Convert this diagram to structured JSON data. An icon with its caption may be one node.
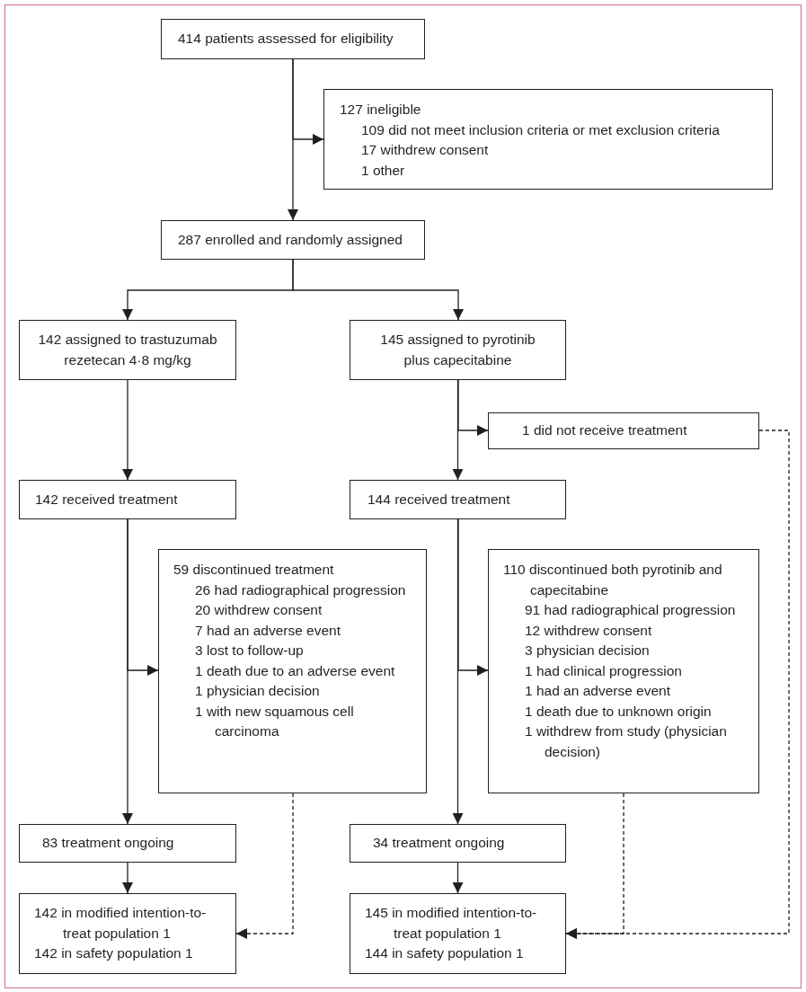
{
  "diagram": {
    "nodes": [
      {
        "text": [
          "414 patients assessed for eligibility"
        ]
      },
      {
        "text": [
          "127 ineligible",
          "109 did not meet inclusion criteria or met exclusion criteria",
          "17 withdrew consent",
          "1 other"
        ]
      },
      {
        "text": [
          "287 enrolled and randomly assigned"
        ]
      },
      {
        "text": [
          "142 assigned to trastuzumab rezetecan 4·8 mg/kg"
        ]
      },
      {
        "text": [
          "145 assigned to pyrotinib plus capecitabine"
        ]
      },
      {
        "text": [
          "1 did not receive treatment"
        ]
      },
      {
        "text": [
          "142 received treatment"
        ]
      },
      {
        "text": [
          "144 received treatment"
        ]
      },
      {
        "text": [
          "59 discontinued treatment",
          "26 had radiographical progression",
          "20 withdrew consent",
          "7 had an adverse event",
          "3 lost to follow-up",
          "1 death due to an adverse event",
          "1 physician decision",
          "1 with new squamous cell carcinoma"
        ]
      },
      {
        "text": [
          "110 discontinued both pyrotinib and capecitabine",
          "91 had radiographical progression",
          "12 withdrew consent",
          "3 physician decision",
          "1 had clinical progression",
          "1 had an adverse event",
          "1 death due to unknown origin",
          "1 withdrew from study (physician decision)"
        ]
      },
      {
        "text": [
          "83 treatment ongoing"
        ]
      },
      {
        "text": [
          "34 treatment ongoing"
        ]
      },
      {
        "text": [
          "142 in modified intention-to-treat population 1",
          "142 in safety population 1"
        ]
      },
      {
        "text": [
          "145 in modified intention-to-treat population 1",
          "144 in safety population 1"
        ]
      }
    ],
    "edges": [
      {
        "from": 0,
        "to": 2,
        "arrow": "to"
      },
      {
        "from": 0,
        "to": 1,
        "arrow": "to"
      },
      {
        "from": 2,
        "to": 3,
        "arrow": "to"
      },
      {
        "from": 2,
        "to": 4,
        "arrow": "to"
      },
      {
        "from": 3,
        "to": 6,
        "arrow": "to"
      },
      {
        "from": 4,
        "to": 5,
        "arrow": "to"
      },
      {
        "from": 4,
        "to": 7,
        "arrow": "to"
      },
      {
        "from": 6,
        "to": 8,
        "arrow": "to"
      },
      {
        "from": 6,
        "to": 10,
        "arrow": "to"
      },
      {
        "from": 7,
        "to": 9,
        "arrow": "to"
      },
      {
        "from": 7,
        "to": 11,
        "arrow": "to"
      },
      {
        "from": 10,
        "to": 12,
        "arrow": "to"
      },
      {
        "from": 11,
        "to": 13,
        "arrow": "to"
      },
      {
        "from": 8,
        "to": 12,
        "arrow": "to",
        "style": "dashed"
      },
      {
        "from": 9,
        "to": 13,
        "arrow": "to",
        "style": "dashed"
      },
      {
        "from": 5,
        "to": 13,
        "arrow": "to",
        "style": "dashed"
      }
    ]
  }
}
